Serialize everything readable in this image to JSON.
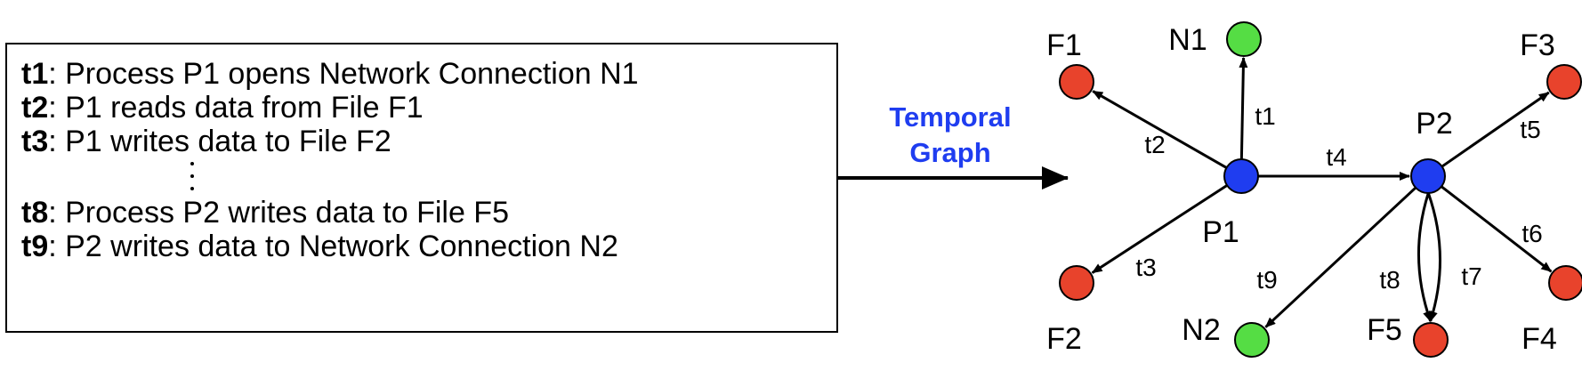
{
  "events": [
    {
      "id": "t1",
      "text": ": Process P1 opens Network Connection N1"
    },
    {
      "id": "t2",
      "text": ": P1 reads data from File F1"
    },
    {
      "id": "t3",
      "text": ": P1 writes data to File F2"
    },
    {
      "id": "t8",
      "text": ": Process P2 writes data to File F5"
    },
    {
      "id": "t9",
      "text": ": P2 writes data to Network Connection N2"
    }
  ],
  "transform_label_line1": "Temporal",
  "transform_label_line2": "Graph",
  "colors": {
    "process": "#1f3df0",
    "file": "#e8432c",
    "network": "#55dd44",
    "label_accent": "#1f3df0"
  },
  "graph": {
    "nodes": [
      {
        "id": "P1",
        "label": "P1",
        "kind": "process"
      },
      {
        "id": "P2",
        "label": "P2",
        "kind": "process"
      },
      {
        "id": "N1",
        "label": "N1",
        "kind": "network"
      },
      {
        "id": "N2",
        "label": "N2",
        "kind": "network"
      },
      {
        "id": "F1",
        "label": "F1",
        "kind": "file"
      },
      {
        "id": "F2",
        "label": "F2",
        "kind": "file"
      },
      {
        "id": "F3",
        "label": "F3",
        "kind": "file"
      },
      {
        "id": "F4",
        "label": "F4",
        "kind": "file"
      },
      {
        "id": "F5",
        "label": "F5",
        "kind": "file"
      }
    ],
    "edges": [
      {
        "from": "P1",
        "to": "N1",
        "label": "t1"
      },
      {
        "from": "P1",
        "to": "F1",
        "label": "t2"
      },
      {
        "from": "P1",
        "to": "F2",
        "label": "t3"
      },
      {
        "from": "P1",
        "to": "P2",
        "label": "t4"
      },
      {
        "from": "P2",
        "to": "F3",
        "label": "t5"
      },
      {
        "from": "P2",
        "to": "F4",
        "label": "t6"
      },
      {
        "from": "P2",
        "to": "F5",
        "label": "t7"
      },
      {
        "from": "P2",
        "to": "F5",
        "label": "t8"
      },
      {
        "from": "P2",
        "to": "N2",
        "label": "t9"
      }
    ]
  }
}
